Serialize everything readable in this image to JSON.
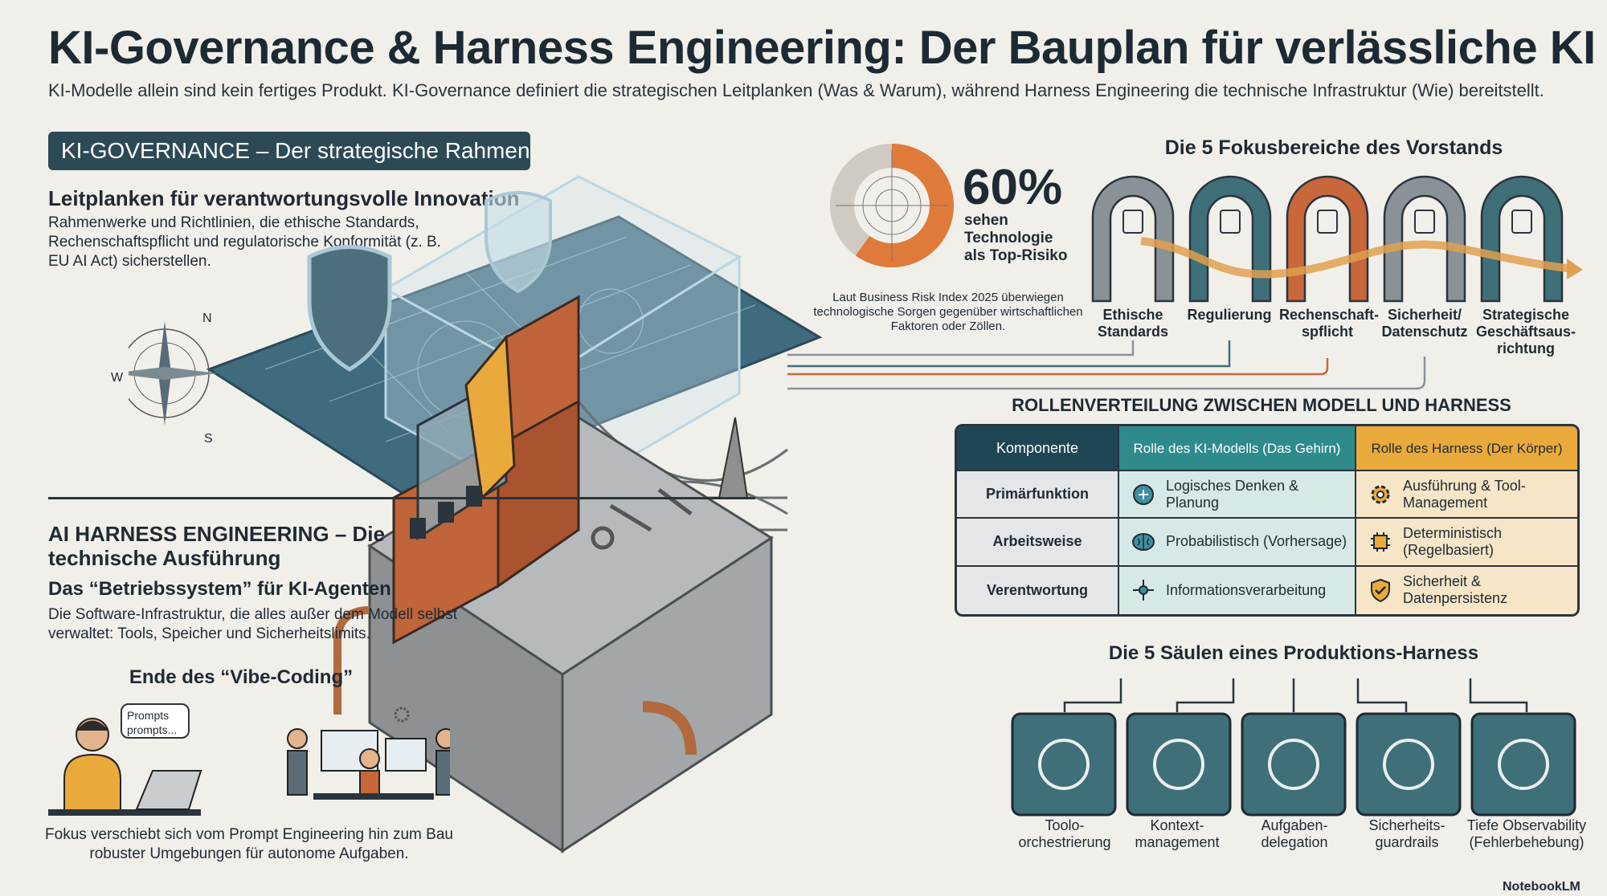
{
  "header": {
    "title": "KI-Governance & Harness Engineering: Der Bauplan für verlässliche KI",
    "subtitle": "KI-Modelle allein sind kein fertiges Produkt. KI-Governance definiert die strategischen Leitplanken (Was & Warum), während Harness Engineering die technische Infrastruktur (Wie) bereitstellt."
  },
  "governance": {
    "badge": "KI-GOVERNANCE – Der strategische Rahmen",
    "heading": "Leitplanken für verantwortungsvolle Innovation",
    "text": "Rahmenwerke und Richtlinien, die ethische Standards, Rechenschaftspflicht und regulatorische Konformität (z. B. EU AI Act) sicherstellen."
  },
  "compass": {
    "n": "N",
    "w": "W",
    "s": "S"
  },
  "stat": {
    "value": "60%",
    "fraction": 0.6,
    "label": "sehen Technologie als Top-Risiko",
    "note": "Laut Business Risk Index 2025 überwiegen technologische Sorgen gegenüber wirtschaftlichen Faktoren oder Zöllen.",
    "colors": {
      "fill": "#e07a3a",
      "ring": "#cfcac2"
    }
  },
  "focus": {
    "title": "Die 5 Fokusbereiche des Vorstands",
    "areas": [
      {
        "label": "Ethische Standards",
        "icon": "scales-icon",
        "color": "#8a9297"
      },
      {
        "label": "Regulierung",
        "icon": "clipboard-icon",
        "color": "#3f6f78"
      },
      {
        "label": "Rechenschaft-spflicht",
        "icon": "document-pen-icon",
        "color": "#c8673a"
      },
      {
        "label": "Sicherheit/ Datenschutz",
        "icon": "lock-icon",
        "color": "#8a9297"
      },
      {
        "label": "Strategische Geschäftsaus-richtung",
        "icon": "growth-chart-icon",
        "color": "#3f6f78"
      }
    ]
  },
  "harness": {
    "title": "AI HARNESS ENGINEERING – Die technische Ausführung",
    "os_heading": "Das “Betriebssystem” für KI-Agenten",
    "os_text": "Die Software-Infrastruktur, die alles außer dem Modell selbst verwaltet: Tools, Speicher und Sicherheitslimits.",
    "vibe_title": "Ende des “Vibe-Coding”",
    "bubble": "Prompts prompts...",
    "vibe_text": "Fokus verschiebt sich vom Prompt Engineering hin zum Bau robuster Umgebungen für autonome Aufgaben."
  },
  "roles": {
    "title": "ROLLENVERTEILUNG ZWISCHEN MODELL UND HARNESS",
    "headers": [
      "Komponente",
      "Rolle des KI-Modells (Das Gehirn)",
      "Rolle des Harness (Der Körper)"
    ],
    "rows": [
      {
        "component": "Primärfunktion",
        "model": "Logisches Denken & Planung",
        "model_icon": "brain-circuit-icon",
        "harness": "Ausführung & Tool-Management",
        "harness_icon": "gear-icon"
      },
      {
        "component": "Arbeitsweise",
        "model": "Probabilistisch (Vorhersage)",
        "model_icon": "brain-icon",
        "harness": "Deterministisch (Regelbasiert)",
        "harness_icon": "chip-icon"
      },
      {
        "component": "Verentwortung",
        "model": "Informationsverarbeitung",
        "model_icon": "network-icon",
        "harness": "Sicherheit & Datenpersistenz",
        "harness_icon": "shield-check-icon"
      }
    ]
  },
  "pillars": {
    "title": "Die 5 Säulen eines Produktions-Harness",
    "items": [
      {
        "label": "Toolo-orchestrierung",
        "icon": "hub-icon"
      },
      {
        "label": "Kontext-management",
        "icon": "blocks-icon"
      },
      {
        "label": "Aufgaben-delegation",
        "icon": "split-arrows-icon"
      },
      {
        "label": "Sicherheits-guardrails",
        "icon": "barrier-icon"
      },
      {
        "label": "Tiefe Observability (Fehlerbehebung)",
        "icon": "monitor-pulse-icon"
      }
    ]
  },
  "brand": "NotebookLM"
}
